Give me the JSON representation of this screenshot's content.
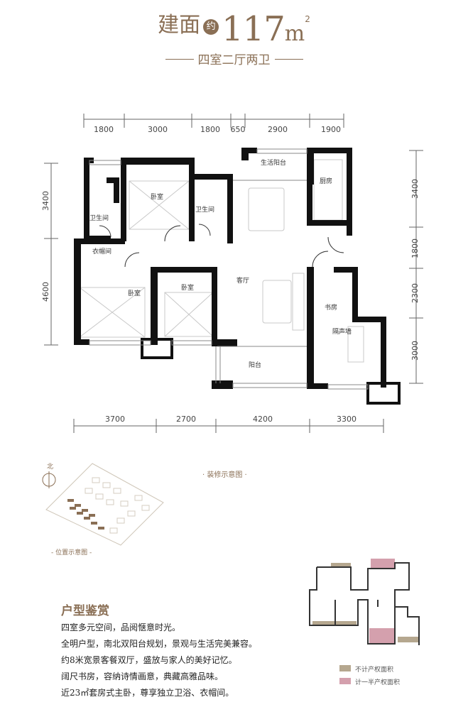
{
  "header": {
    "prefix": "建面",
    "badge": "约",
    "area_number": "117",
    "area_unit": "m",
    "area_sup": "2",
    "layout": "四室二厅两卫"
  },
  "dimensions": {
    "top": [
      "1800",
      "3000",
      "1800",
      "650",
      "2900",
      "1900"
    ],
    "bottom": [
      "3700",
      "2700",
      "4200",
      "3300"
    ],
    "left": [
      "3400",
      "4600"
    ],
    "right": [
      "3400",
      "1800",
      "2300",
      "3000"
    ]
  },
  "rooms": {
    "balcony_top": "生活阳台",
    "kitchen": "厨房",
    "bedroom_top": "卧室",
    "bath_left": "卫生间",
    "bath_mid": "卫生间",
    "cloakroom": "衣帽间",
    "bedroom_master": "卧室",
    "bedroom_mid": "卧室",
    "living": "客厅",
    "study": "书房",
    "partition": "隔声墙",
    "balcony_bottom": "阳台"
  },
  "captions": {
    "decoration": "· 装修示意图 ·",
    "site": "- 位置示意图 -",
    "north": "北"
  },
  "description": {
    "title": "户型鉴赏",
    "lines": [
      "四室多元空间，品阅惬意时光。",
      "全明户型，南北双阳台规划，景观与生活完美兼容。",
      "约8米宽景客餐双厅，盛放与家人的美好记忆。",
      "阔尺书房，容纳诗情画意，典藏高雅品味。",
      "近23㎡套房式主卧，尊享独立卫浴、衣帽间。"
    ]
  },
  "legend": {
    "not_counted": "不计产权面积",
    "half_counted": "计一半产权面积",
    "not_counted_color": "#b5a78f",
    "half_counted_color": "#d4a0ad"
  }
}
